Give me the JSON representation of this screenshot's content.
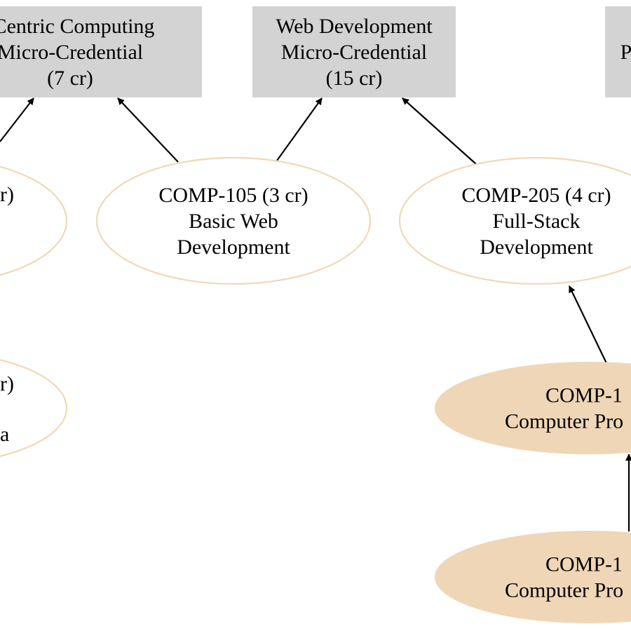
{
  "colors": {
    "credential_fill": "#d3d3d3",
    "course_outline": "#f0d9b5",
    "course_filled": "#efd6b6",
    "edge": "#000000",
    "text": "#000000",
    "background": "#ffffff"
  },
  "credentials": [
    {
      "id": "cred-data-centric",
      "lines": [
        "-Centric Computing",
        "Micro-Credential",
        "(7 cr)"
      ]
    },
    {
      "id": "cred-web-dev",
      "lines": [
        "Web Development",
        "Micro-Credential",
        "(15 cr)"
      ]
    },
    {
      "id": "cred-p",
      "lines": [
        "P"
      ]
    }
  ],
  "courses": [
    {
      "id": "course-left-top",
      "lines": [
        "r)"
      ]
    },
    {
      "id": "course-comp105",
      "lines": [
        "COMP-105 (3 cr)",
        "Basic Web",
        "Development"
      ]
    },
    {
      "id": "course-comp205",
      "lines": [
        "COMP-205 (4 cr)",
        "Full-Stack",
        "Development"
      ]
    },
    {
      "id": "course-left-bottom",
      "lines": [
        "r)",
        "a"
      ]
    },
    {
      "id": "course-comp1-upper",
      "lines": [
        "COMP-1",
        "Computer Pro"
      ]
    },
    {
      "id": "course-comp1-lower",
      "lines": [
        "COMP-1",
        "Computer Pro"
      ]
    }
  ]
}
